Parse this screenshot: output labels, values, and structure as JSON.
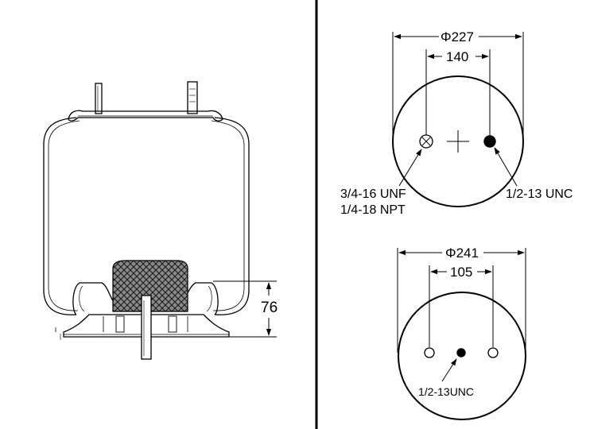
{
  "side_view": {
    "height_dim": "76"
  },
  "top_plate": {
    "diameter": "Φ227",
    "hole_spacing": "140",
    "left_port_line1": "3/4-16 UNF",
    "left_port_line2": "1/4-18 NPT",
    "right_stud": "1/2-13 UNC"
  },
  "bottom_plate": {
    "diameter": "Φ241",
    "hole_spacing": "105",
    "center_stud": "1/2-13UNC"
  }
}
